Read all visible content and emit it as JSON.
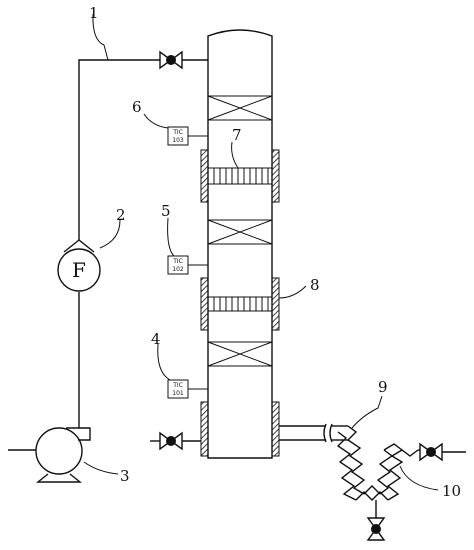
{
  "callouts": {
    "n1": "1",
    "n2": "2",
    "n3": "3",
    "n4": "4",
    "n5": "5",
    "n6": "6",
    "n7": "7",
    "n8": "8",
    "n9": "9",
    "n10": "10"
  },
  "instruments": {
    "flow_meter_symbol": "F",
    "tic_top": {
      "line1": "TIC",
      "line2": "103"
    },
    "tic_mid": {
      "line1": "TIC",
      "line2": "102"
    },
    "tic_low": {
      "line1": "TIC",
      "line2": "101"
    }
  }
}
